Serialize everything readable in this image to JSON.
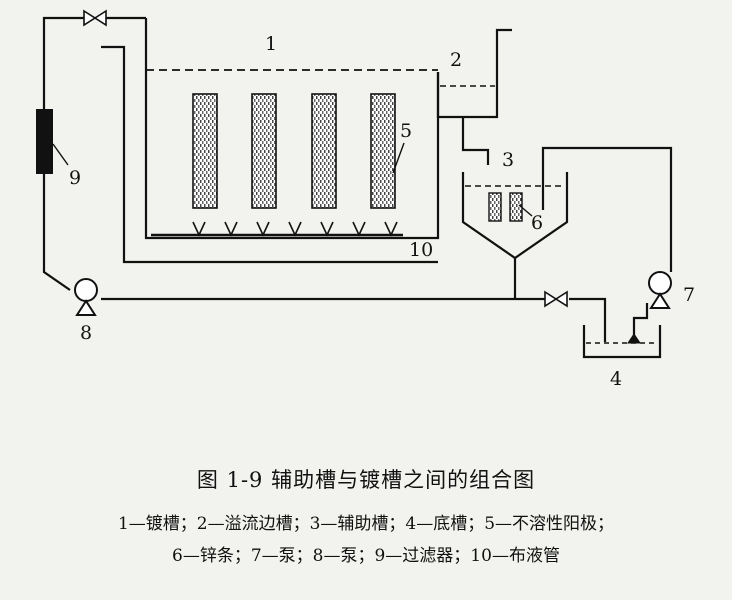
{
  "labels": {
    "l1": "1",
    "l2": "2",
    "l3": "3",
    "l4": "4",
    "l5": "5",
    "l6": "6",
    "l7": "7",
    "l8": "8",
    "l9": "9",
    "l10": "10"
  },
  "caption": "图 1-9   辅助槽与镀槽之间的组合图",
  "legend": {
    "line1": "1—镀槽；2—溢流边槽；3—辅助槽；4—底槽；5—不溶性阳极；",
    "line2": "6—锌条；7—泵；8—泵；9—过滤器；10—布液管"
  }
}
